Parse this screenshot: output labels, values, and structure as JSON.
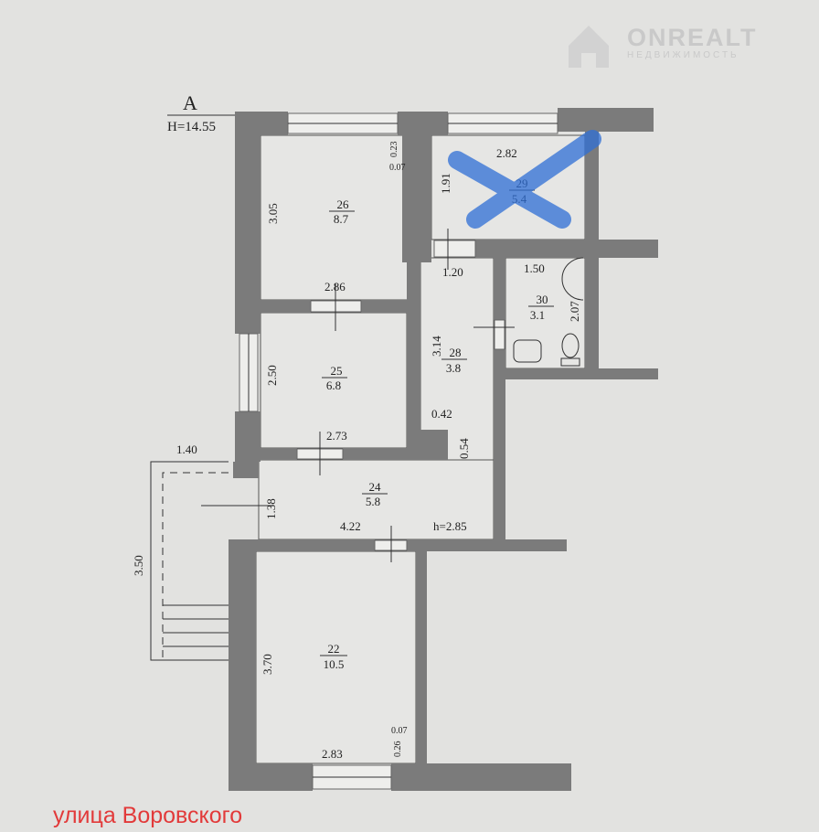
{
  "watermark": {
    "brand": "ONREALT",
    "subtitle": "НЕДВИЖИМОСТЬ"
  },
  "plan": {
    "axis_label": "A",
    "elevation": "H=14.55",
    "ceiling_height": "h=2.85",
    "rooms": [
      {
        "number": "26",
        "area": "8.7"
      },
      {
        "number": "29",
        "area": "5.4"
      },
      {
        "number": "30",
        "area": "3.1"
      },
      {
        "number": "25",
        "area": "6.8"
      },
      {
        "number": "28",
        "area": "3.8"
      },
      {
        "number": "24",
        "area": "5.8"
      },
      {
        "number": "22",
        "area": "10.5"
      }
    ],
    "dimensions": {
      "r26_height": "3.05",
      "r26_width": "2.86",
      "r26_niche_a": "0.23",
      "r26_niche_b": "0.07",
      "r29_width": "2.82",
      "r29_height": "1.91",
      "r28_width": "1.20",
      "r28_height": "3.14",
      "r28_a": "0.42",
      "r28_b": "0.54",
      "r30_width": "1.50",
      "r30_height": "2.07",
      "r25_height": "2.50",
      "r25_width": "2.73",
      "porch_width": "1.40",
      "porch_length": "3.50",
      "r24_height": "1.38",
      "r24_width": "4.22",
      "r22_height": "3.70",
      "r22_width": "2.83",
      "r22_a": "0.07",
      "r22_b": "0.26"
    },
    "marked_room_color": "#2f6fd6"
  },
  "street_label": "улица Воровского"
}
